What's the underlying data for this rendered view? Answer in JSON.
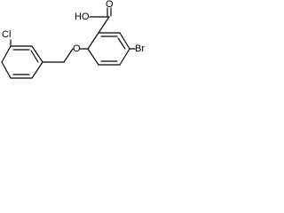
{
  "molecule": {
    "atoms": {
      "hydroxyl": "HO",
      "carbonyl_oxygen": "O",
      "ether_oxygen": "O",
      "bromine": "Br",
      "chlorine": "Cl"
    }
  }
}
